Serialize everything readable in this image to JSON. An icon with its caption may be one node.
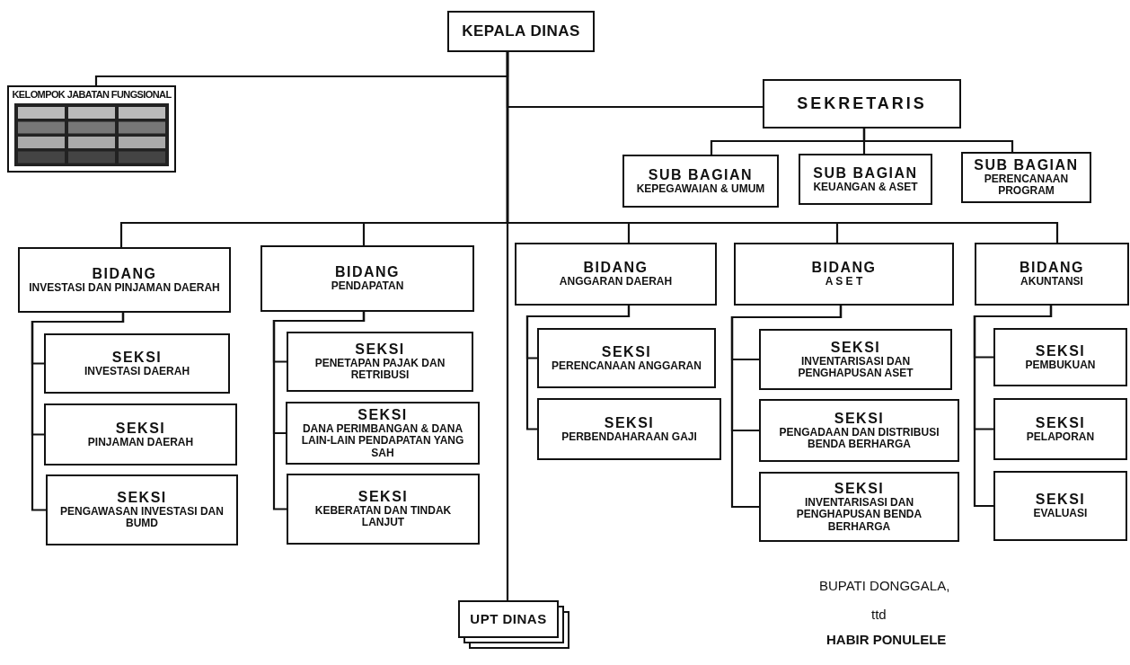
{
  "diagram": {
    "nodes": [
      {
        "text": [
          "KEPALA DINAS"
        ]
      },
      {
        "text": [
          "KELOMPOK JABATAN FUNGSIONAL"
        ]
      },
      {
        "text": [
          "SEKRETARIS"
        ]
      },
      {
        "text": [
          "SUB BAGIAN",
          "KEPEGAWAIAN & UMUM"
        ]
      },
      {
        "text": [
          "SUB BAGIAN",
          "KEUANGAN & ASET"
        ]
      },
      {
        "text": [
          "SUB BAGIAN",
          "PERENCANAAN PROGRAM"
        ]
      },
      {
        "text": [
          "BIDANG",
          "INVESTASI DAN PINJAMAN DAERAH"
        ]
      },
      {
        "text": [
          "BIDANG",
          "PENDAPATAN"
        ]
      },
      {
        "text": [
          "BIDANG",
          "ANGGARAN DAERAH"
        ]
      },
      {
        "text": [
          "BIDANG",
          "A S E T"
        ]
      },
      {
        "text": [
          "BIDANG",
          "AKUNTANSI"
        ]
      },
      {
        "text": [
          "SEKSI",
          "INVESTASI DAERAH"
        ]
      },
      {
        "text": [
          "SEKSI",
          "PINJAMAN DAERAH"
        ]
      },
      {
        "text": [
          "SEKSI",
          "PENGAWASAN INVESTASI DAN BUMD"
        ]
      },
      {
        "text": [
          "SEKSI",
          "PENETAPAN PAJAK DAN RETRIBUSI"
        ]
      },
      {
        "text": [
          "SEKSI",
          "DANA PERIMBANGAN & DANA LAIN-LAIN PENDAPATAN YANG SAH"
        ]
      },
      {
        "text": [
          "SEKSI",
          "KEBERATAN DAN TINDAK LANJUT"
        ]
      },
      {
        "text": [
          "SEKSI",
          "PERENCANAAN ANGGARAN"
        ]
      },
      {
        "text": [
          "SEKSI",
          "PERBENDAHARAAN GAJI"
        ]
      },
      {
        "text": [
          "SEKSI",
          "INVENTARISASI DAN PENGHAPUSAN ASET"
        ]
      },
      {
        "text": [
          "SEKSI",
          "PENGADAAN DAN DISTRIBUSI BENDA BERHARGA"
        ]
      },
      {
        "text": [
          "SEKSI",
          "INVENTARISASI DAN PENGHAPUSAN BENDA BERHARGA"
        ]
      },
      {
        "text": [
          "SEKSI",
          "PEMBUKUAN"
        ]
      },
      {
        "text": [
          "SEKSI",
          "PELAPORAN"
        ]
      },
      {
        "text": [
          "SEKSI",
          "EVALUASI"
        ]
      },
      {
        "text": [
          "UPT DINAS"
        ]
      }
    ],
    "edges": [
      {
        "from": 0,
        "to": 1,
        "arrow": "none"
      },
      {
        "from": 0,
        "to": 2,
        "arrow": "none"
      },
      {
        "from": 0,
        "to": 6,
        "arrow": "none"
      },
      {
        "from": 0,
        "to": 7,
        "arrow": "none"
      },
      {
        "from": 0,
        "to": 8,
        "arrow": "none"
      },
      {
        "from": 0,
        "to": 9,
        "arrow": "none"
      },
      {
        "from": 0,
        "to": 10,
        "arrow": "none"
      },
      {
        "from": 0,
        "to": 25,
        "arrow": "none"
      },
      {
        "from": 2,
        "to": 3,
        "arrow": "none"
      },
      {
        "from": 2,
        "to": 4,
        "arrow": "none"
      },
      {
        "from": 2,
        "to": 5,
        "arrow": "none"
      },
      {
        "from": 6,
        "to": 11,
        "arrow": "none"
      },
      {
        "from": 6,
        "to": 12,
        "arrow": "none"
      },
      {
        "from": 6,
        "to": 13,
        "arrow": "none"
      },
      {
        "from": 7,
        "to": 14,
        "arrow": "none"
      },
      {
        "from": 7,
        "to": 15,
        "arrow": "none"
      },
      {
        "from": 7,
        "to": 16,
        "arrow": "none"
      },
      {
        "from": 8,
        "to": 17,
        "arrow": "none"
      },
      {
        "from": 8,
        "to": 18,
        "arrow": "none"
      },
      {
        "from": 9,
        "to": 19,
        "arrow": "none"
      },
      {
        "from": 9,
        "to": 20,
        "arrow": "none"
      },
      {
        "from": 9,
        "to": 21,
        "arrow": "none"
      },
      {
        "from": 10,
        "to": 22,
        "arrow": "none"
      },
      {
        "from": 10,
        "to": 23,
        "arrow": "none"
      },
      {
        "from": 10,
        "to": 24,
        "arrow": "none"
      }
    ],
    "labels": [
      "BUPATI DONGGALA,",
      "ttd",
      "HABIR PONULELE"
    ]
  }
}
